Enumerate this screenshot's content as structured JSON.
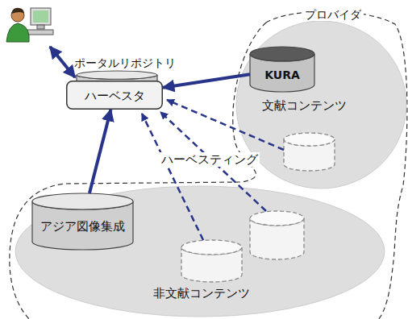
{
  "diagram": {
    "nodes": [
      {
        "text": [
          "ポータルリポジトリ"
        ]
      },
      {
        "text": [
          "ハーベスタ"
        ]
      },
      {
        "text": [
          "プロバイダ"
        ]
      },
      {
        "text": [
          "文献コンテンツ"
        ],
        "in": 2
      },
      {
        "text": [
          "KURA"
        ],
        "in": 3
      },
      {
        "text": [
          "非文献コンテンツ"
        ],
        "in": 2
      },
      {
        "text": [
          "アジア図像集成"
        ],
        "in": 5
      }
    ],
    "edges": [
      {
        "from": 4,
        "to": 1,
        "arrow": "to"
      },
      {
        "from": 6,
        "to": 1,
        "arrow": "to"
      }
    ],
    "labels": [
      "ハーベスティング"
    ]
  }
}
